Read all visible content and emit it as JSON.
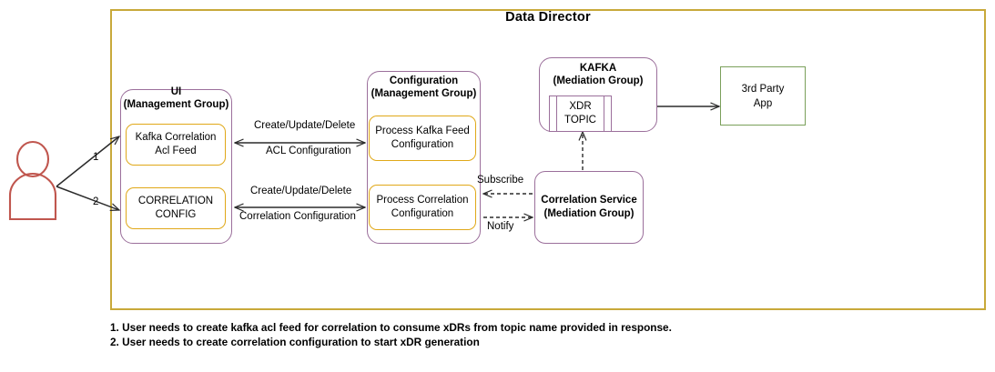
{
  "diagram": {
    "title": "Data Director",
    "container_color": "#c8a93a",
    "group_color": "#9b6f9b",
    "process_color": "#e0a818",
    "external_color": "#7aa05a",
    "actor_color": "#c0564e"
  },
  "actor": {
    "name": "user-actor",
    "flow_numbers": [
      "1",
      "2"
    ]
  },
  "groups": {
    "ui": {
      "title_line1": "UI",
      "title_line2": "(Management Group)",
      "processes": [
        {
          "line1": "Kafka Correlation",
          "line2": "Acl Feed"
        },
        {
          "line1": "CORRELATION",
          "line2": "CONFIG"
        }
      ]
    },
    "configuration": {
      "title_line1": "Configuration",
      "title_line2": "(Management Group)",
      "processes": [
        {
          "line1": "Process Kafka Feed",
          "line2": "Configuration"
        },
        {
          "line1": "Process Correlation",
          "line2": "Configuration"
        }
      ]
    },
    "kafka": {
      "title_line1": "KAFKA",
      "title_line2": "(Mediation Group)",
      "topic_line1": "XDR",
      "topic_line2": "TOPIC"
    },
    "correlation_service": {
      "line1": "Correlation Service",
      "line2": "(Mediation Group)"
    },
    "third_party": {
      "line1": "3rd Party",
      "line2": "App"
    }
  },
  "edges": {
    "acl_top": "Create/Update/Delete",
    "acl_bottom": "ACL Configuration",
    "corr_top": "Create/Update/Delete",
    "corr_bottom": "Correlation Configuration",
    "subscribe": "Subscribe",
    "notify": "Notify"
  },
  "notes": [
    "1. User needs to create kafka acl feed for correlation to consume xDRs from topic name provided in response.",
    "2. User needs to create correlation configuration to start xDR generation"
  ]
}
